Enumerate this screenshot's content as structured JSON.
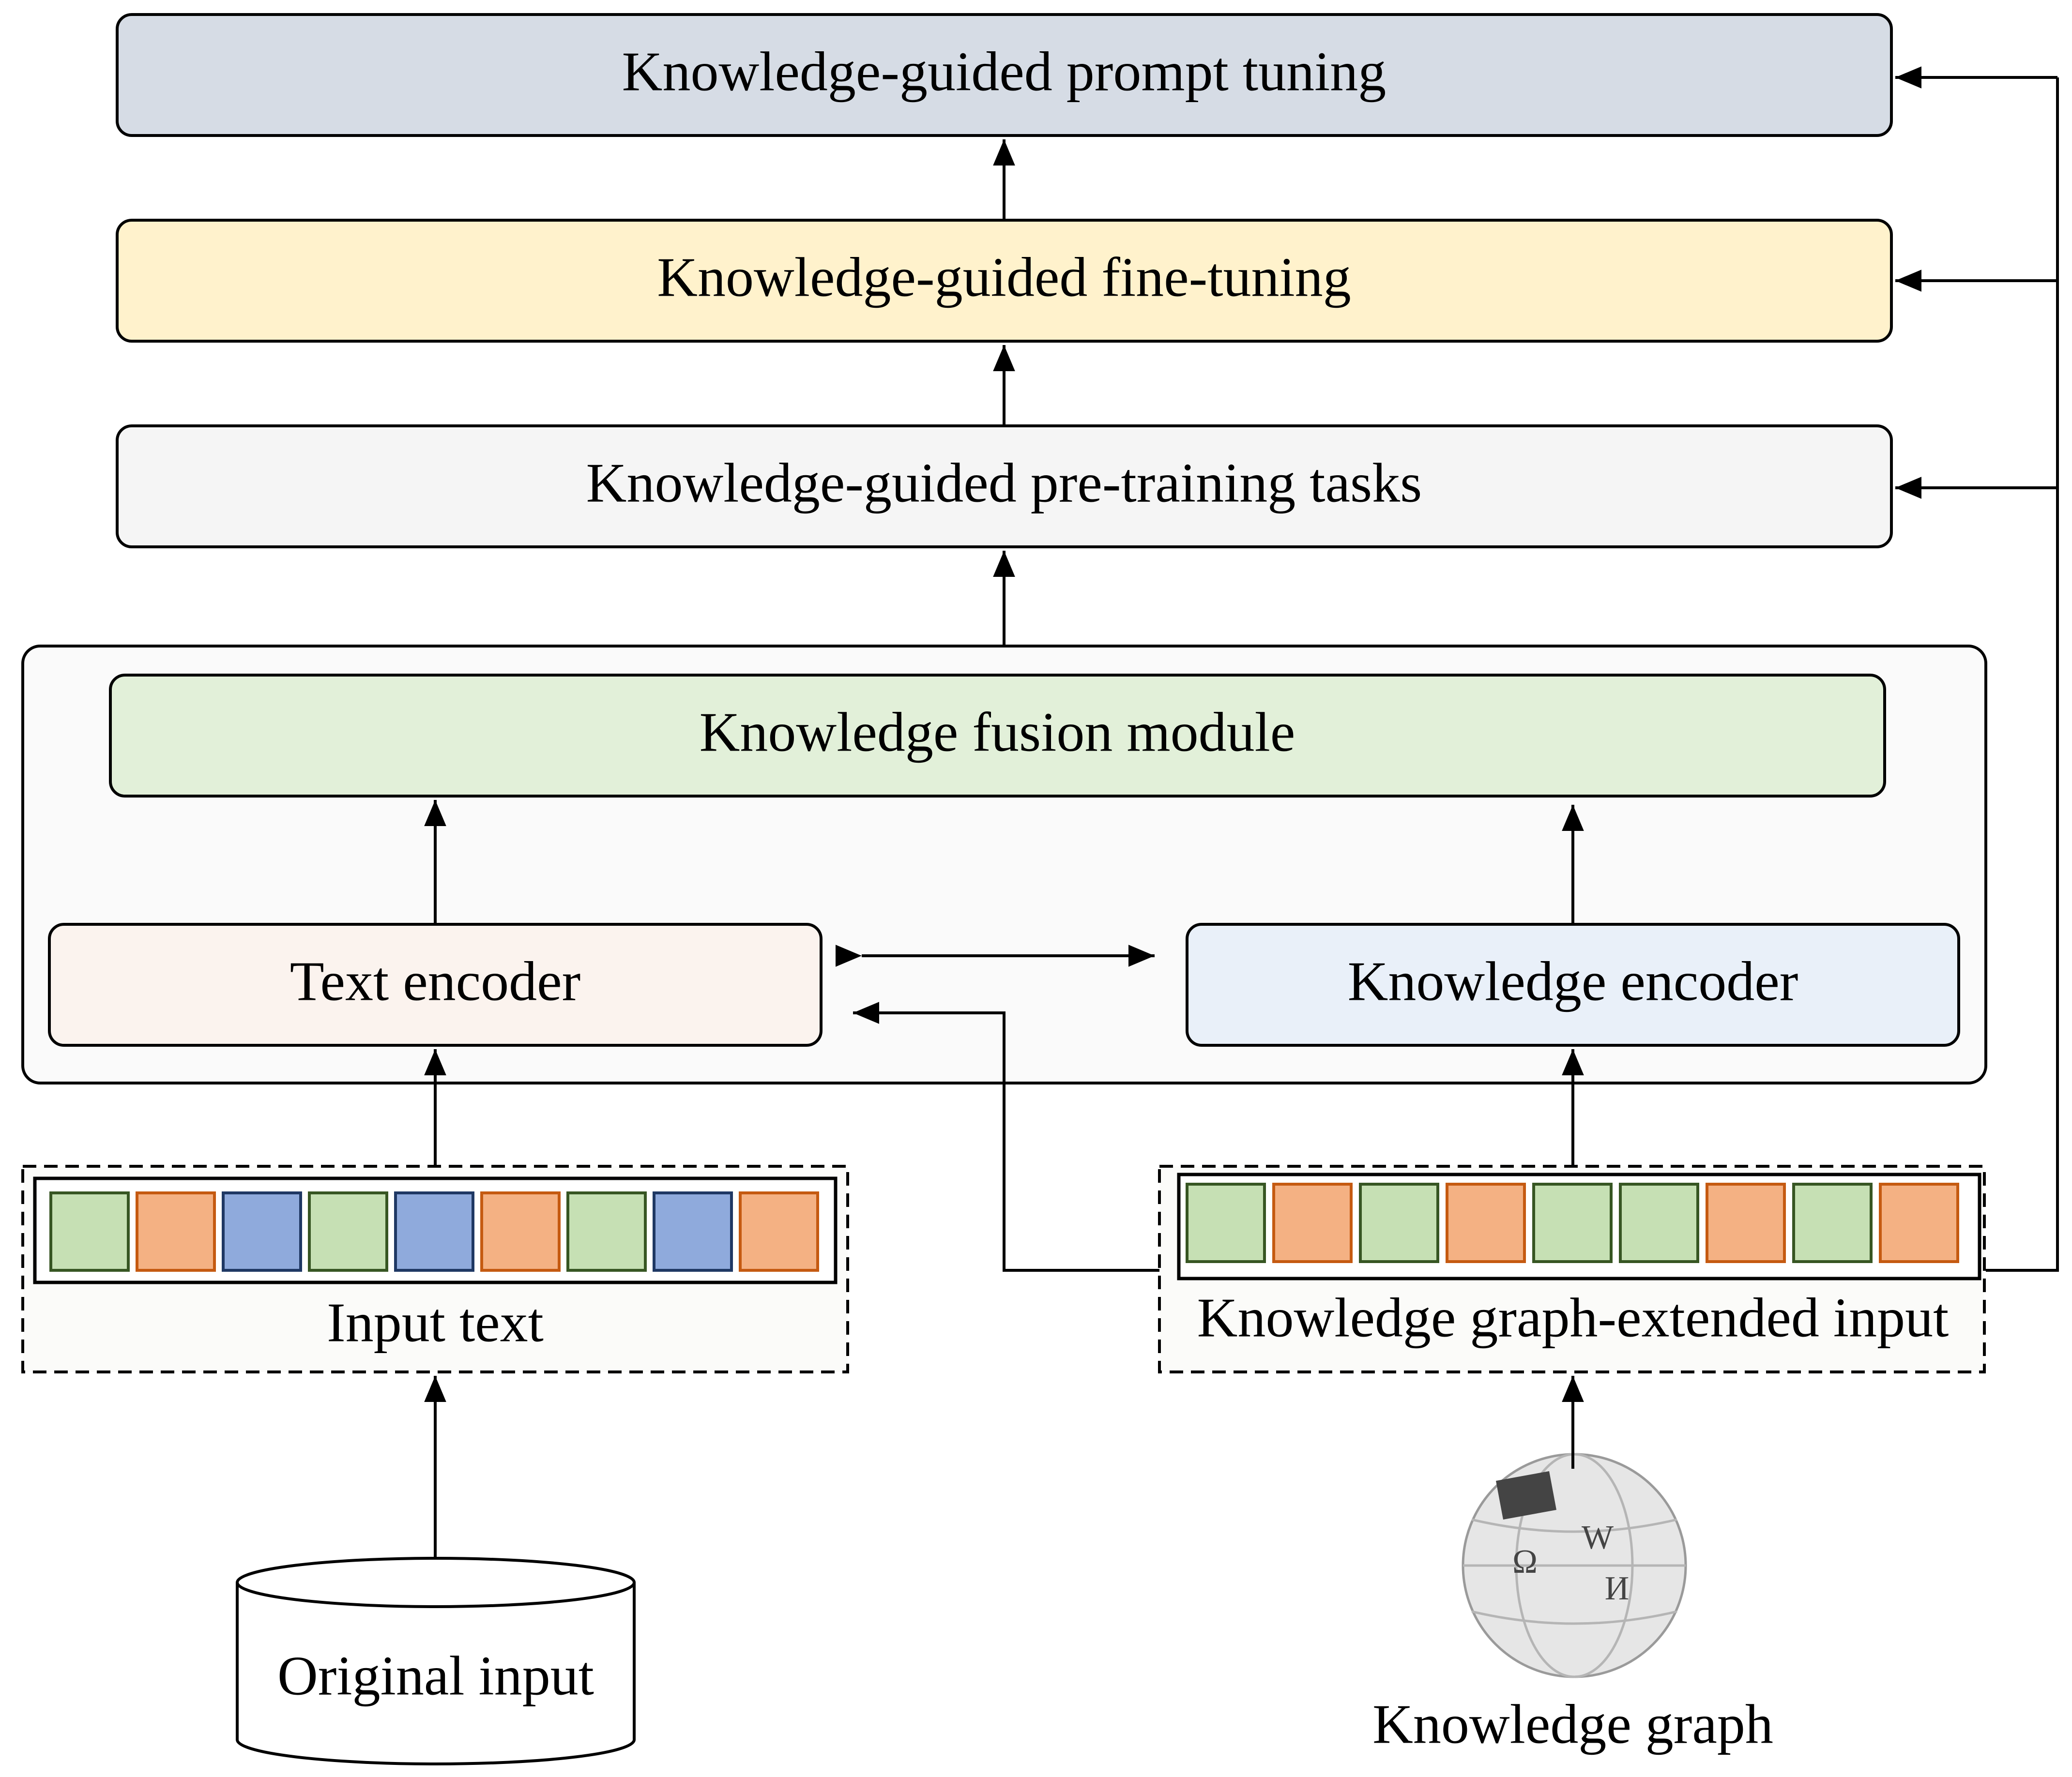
{
  "boxes": {
    "prompt_tuning": "Knowledge-guided prompt tuning",
    "fine_tuning": "Knowledge-guided fine-tuning",
    "pretraining_tasks": "Knowledge-guided pre-training tasks",
    "fusion_module": "Knowledge fusion module",
    "text_encoder": "Text encoder",
    "knowledge_encoder": "Knowledge encoder"
  },
  "inputs": {
    "input_text": "Input text",
    "kg_extended_input": "Knowledge graph-extended input",
    "original_input": "Original input",
    "knowledge_graph": "Knowledge graph"
  },
  "token_colors": {
    "green": "#c6e0b4",
    "orange": "#f4b183",
    "blue": "#8faadc"
  },
  "token_borders": {
    "green": "#375623",
    "orange": "#c55a11",
    "blue": "#1f3864"
  },
  "input_text_tokens": [
    "green",
    "orange",
    "blue",
    "green",
    "blue",
    "orange",
    "green",
    "blue",
    "orange"
  ],
  "kg_tokens": [
    "green",
    "orange",
    "green",
    "orange",
    "green",
    "green",
    "orange",
    "green",
    "orange"
  ],
  "colors": {
    "prompt_tuning_fill": "#d6dce5",
    "fine_tuning_fill": "#fff2cc",
    "pretraining_fill": "#f5f5f5",
    "outer_panel_fill": "#fafafa",
    "fusion_fill": "#e2f0d9",
    "text_encoder_fill": "#fbf3ee",
    "knowledge_encoder_fill": "#e9f0f9",
    "dashed_fill": "#fbfbf9"
  }
}
